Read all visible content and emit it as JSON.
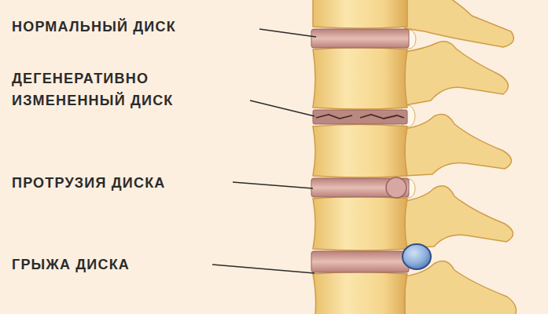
{
  "diagram": {
    "labels": [
      "НОРМАЛЬНЫЙ ДИСК",
      "ДЕГЕНЕРАТИВНО ИЗМЕНЕННЫЙ ДИСК",
      "ПРОТРУЗИЯ ДИСКА",
      "ГРЫЖА ДИСКА"
    ]
  }
}
